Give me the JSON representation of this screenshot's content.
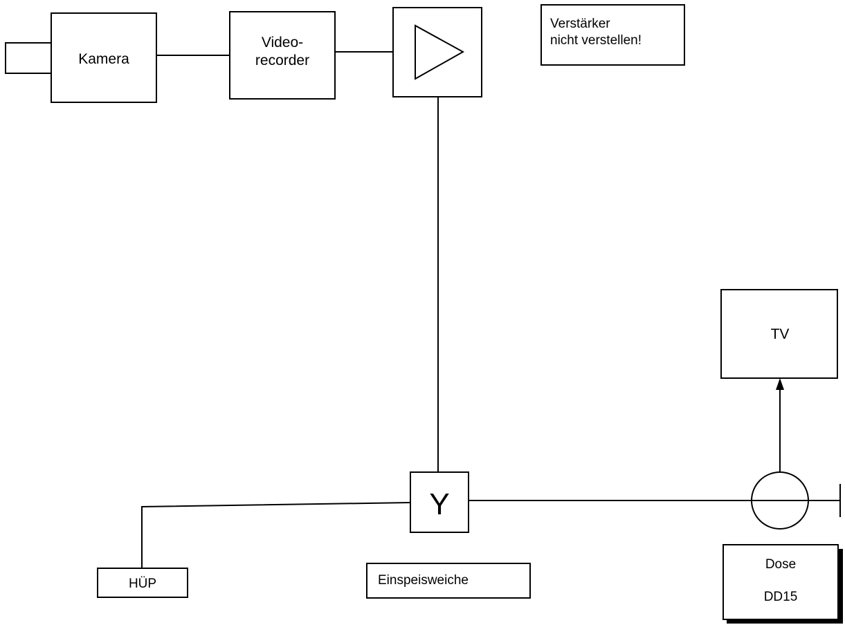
{
  "diagram": {
    "camera_label": "Kamera",
    "vcr_label_line1": "Video-",
    "vcr_label_line2": "recorder",
    "note_line1": "Verstärker",
    "note_line2": "nicht verstellen!",
    "tv_label": "TV",
    "hup_label": "HÜP",
    "splitter_label": "Einspeisweiche",
    "splitter_symbol": "Y",
    "outlet_label_line1": "Dose",
    "outlet_label_line2": "DD15"
  },
  "icons": {
    "amplifier": "triangle-amplifier-icon",
    "splitter": "y-splitter-icon",
    "outlet": "circle-outlet-icon",
    "arrow": "arrow-up-icon"
  }
}
